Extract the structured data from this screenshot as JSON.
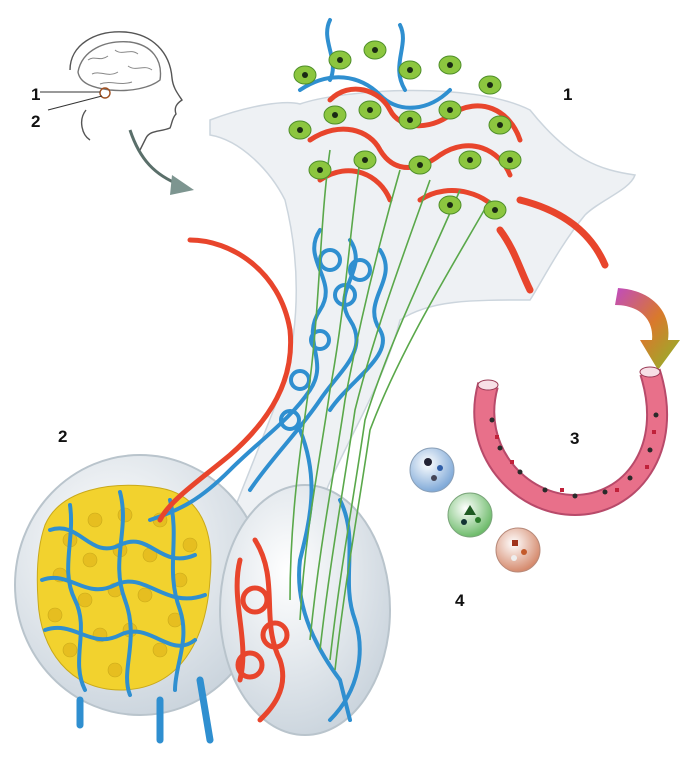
{
  "labels": {
    "head_1": "1",
    "head_2": "2",
    "hypothalamus": "1",
    "pituitary": "2",
    "vessel": "3",
    "hormones": "4"
  },
  "colors": {
    "artery": "#e8452c",
    "vein": "#2f8fd0",
    "neuron": "#8cc63f",
    "nerve_fiber": "#5aa84a",
    "gland_tissue": "#f2d22e",
    "stalk": "#e9eef2",
    "vessel_wall": "#e8708a",
    "arrow_gradient_start": "#c04bc0",
    "arrow_gradient_end": "#8ab82a"
  },
  "icons": {
    "head": "head-profile-icon",
    "arrow_down": "curved-arrow-icon",
    "arrow_gradient": "gradient-curved-arrow-icon"
  }
}
